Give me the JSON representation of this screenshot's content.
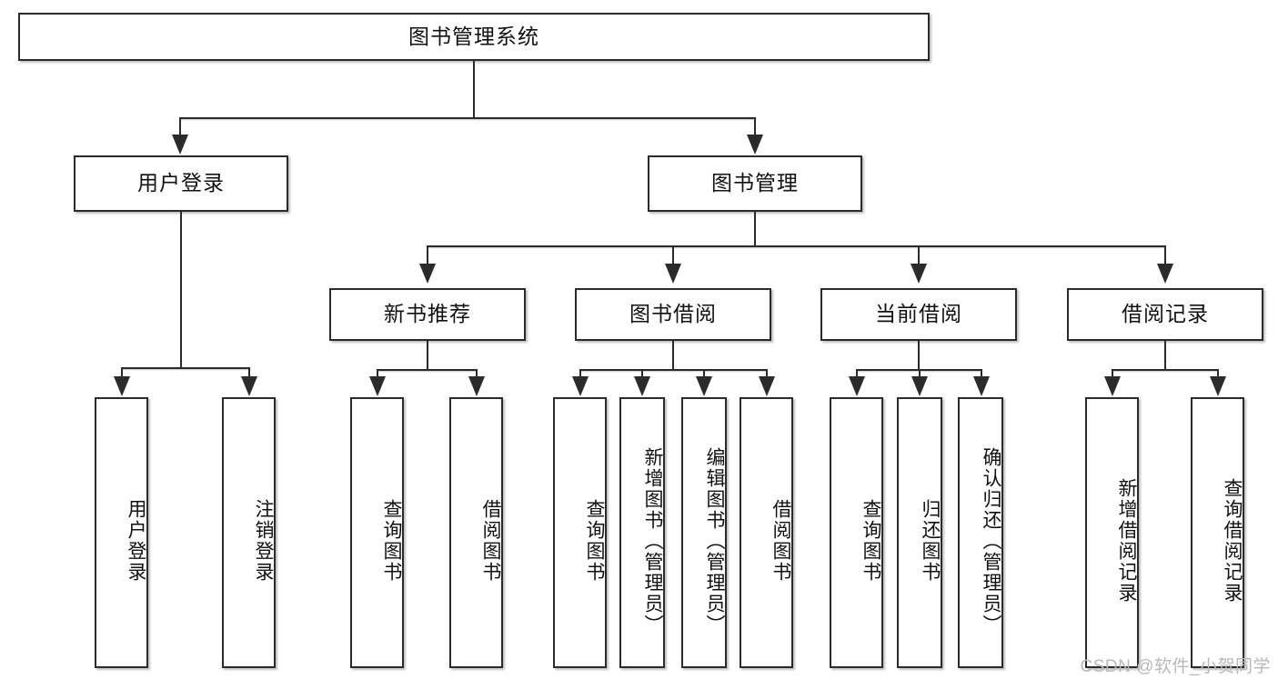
{
  "diagram": {
    "title": "图书管理系统",
    "type": "tree",
    "watermark": "CSDN @软件_小贺同学"
  },
  "root": {
    "label": "图书管理系统"
  },
  "level2": [
    {
      "label": "用户登录"
    },
    {
      "label": "图书管理"
    }
  ],
  "level3": [
    {
      "label": "新书推荐"
    },
    {
      "label": "图书借阅"
    },
    {
      "label": "当前借阅"
    },
    {
      "label": "借阅记录"
    }
  ],
  "leaves": {
    "user_login": [
      {
        "label": "用户登录"
      },
      {
        "label": "注销登录"
      }
    ],
    "new_book": [
      {
        "label": "查询图书"
      },
      {
        "label": "借阅图书"
      }
    ],
    "borrow_book": [
      {
        "label": "查询图书"
      },
      {
        "label": "新增图书（管理员）"
      },
      {
        "label": "编辑图书（管理员）"
      },
      {
        "label": "借阅图书"
      }
    ],
    "current_borrow": [
      {
        "label": "查询图书"
      },
      {
        "label": "归还图书"
      },
      {
        "label": "确认归还（管理员）"
      }
    ],
    "borrow_record": [
      {
        "label": "新增借阅记录"
      },
      {
        "label": "查询借阅记录"
      }
    ]
  },
  "colors": {
    "stroke": "#2b2b2b",
    "fill": "#ffffff",
    "text": "#111111",
    "watermark": "#b9b9b9"
  }
}
